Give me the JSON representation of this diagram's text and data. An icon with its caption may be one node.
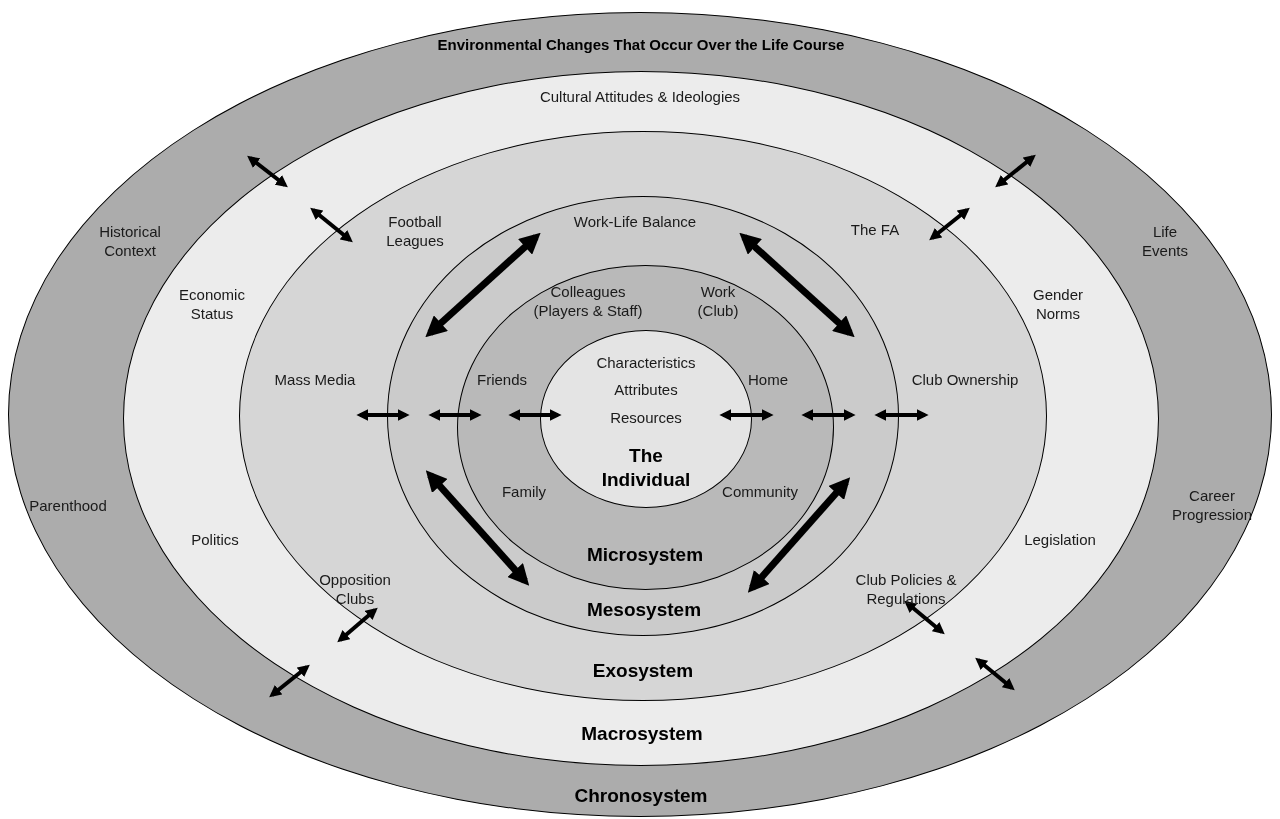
{
  "diagram": {
    "nodes": [
      {
        "text": [
          "Environmental Changes That Occur Over the Life Course",
          "Chronosystem"
        ]
      },
      {
        "text": [
          "Macrosystem"
        ],
        "in": 0
      },
      {
        "text": [
          "Exosystem"
        ],
        "in": 1
      },
      {
        "text": [
          "Mesosystem"
        ],
        "in": 2
      },
      {
        "text": [
          "Microsystem"
        ],
        "in": 3
      },
      {
        "text": [
          "Characteristics",
          "Attributes",
          "Resources",
          "The Individual"
        ],
        "in": 4
      }
    ],
    "labels": [
      "Cultural Attitudes & Ideologies",
      "Historical Context",
      "Football Leagues",
      "Work-Life Balance",
      "The FA",
      "Life Events",
      "Economic Status",
      "Colleagues (Players & Staff)",
      "Work (Club)",
      "Gender Norms",
      "Mass Media",
      "Friends",
      "Home",
      "Club Ownership",
      "Family",
      "Community",
      "Parenthood",
      "Career Progression",
      "Politics",
      "Opposition Clubs",
      "Club Policies & Regulations",
      "Legislation"
    ]
  }
}
